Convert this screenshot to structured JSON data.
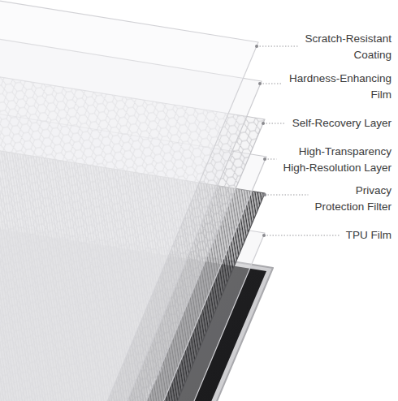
{
  "diagram": {
    "labels": [
      "Scratch-Resistant Coating",
      "Hardness-Enhancing Film",
      "Self-Recovery Layer",
      "High-Transparency High-Resolution Layer",
      "Privacy Protection Filter",
      "TPU Film"
    ]
  }
}
